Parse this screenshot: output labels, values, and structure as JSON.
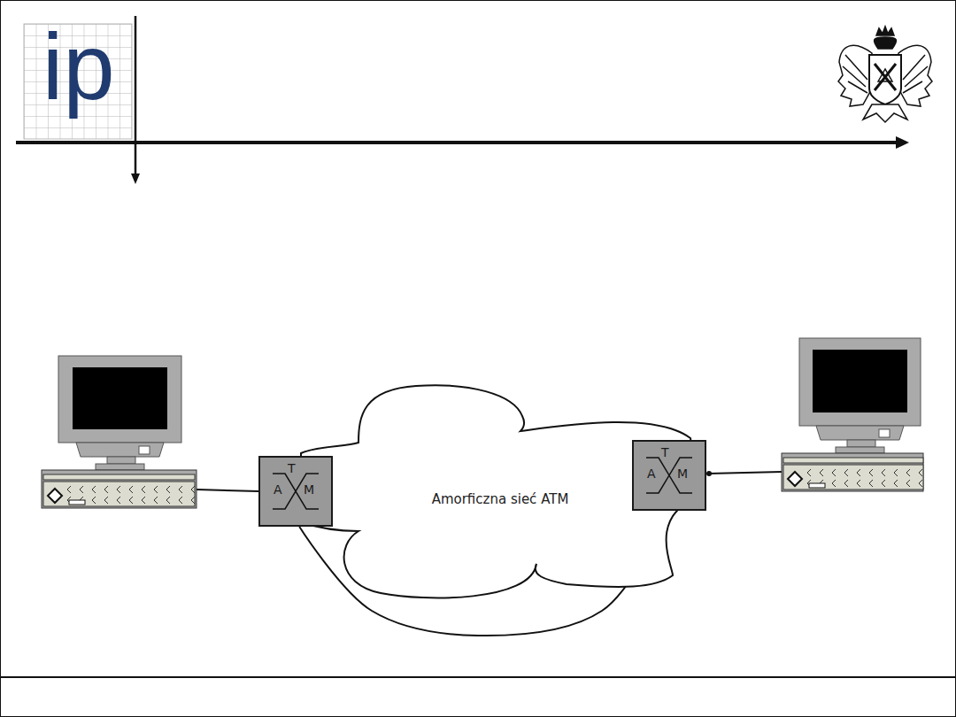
{
  "diagram": {
    "nodes": [
      {
        "text": [
          "T",
          "A",
          "M"
        ]
      },
      {
        "text": [
          "Amorficzna sieć ATM"
        ]
      },
      {
        "text": [
          "T",
          "A",
          "M"
        ]
      }
    ],
    "edges": [
      {
        "from": 0,
        "to": 2,
        "arrow": "none"
      }
    ],
    "labels": [
      "ip"
    ]
  }
}
